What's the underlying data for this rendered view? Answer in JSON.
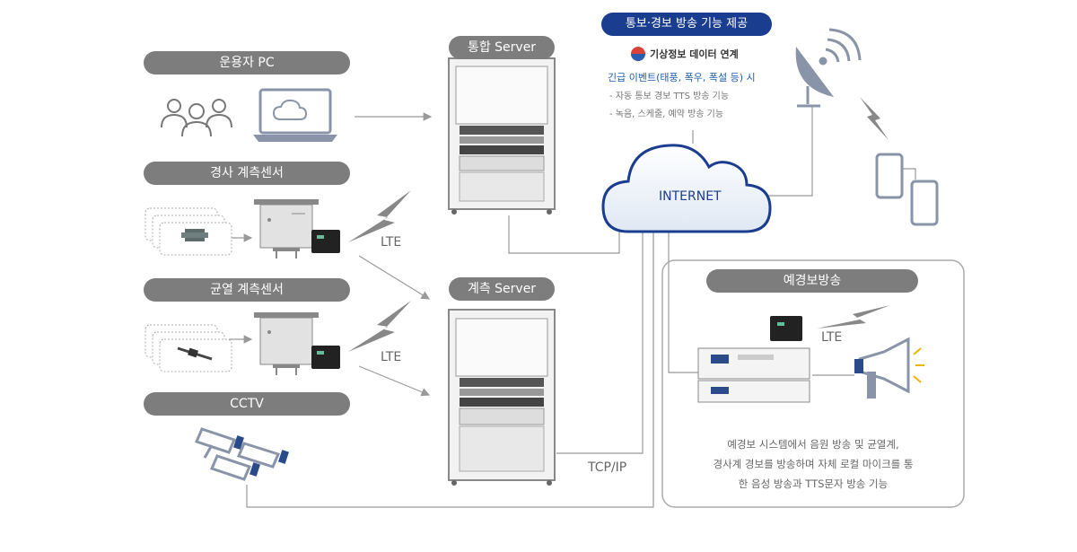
{
  "labels": {
    "operator_pc": "운용자 PC",
    "slope_sensor": "경사 계측센서",
    "crack_sensor": "균열 계측센서",
    "cctv": "CCTV",
    "integrated_server": "통합 Server",
    "measurement_server": "계측 Server",
    "broadcast_feature": "통보·경보 방송 기능 제공",
    "weather_link": "기상정보 데이터 연계",
    "emergency_event": "긴급 이벤트(태풍, 폭우, 폭설 등) 시",
    "bullet_1": "- 자동 통보 경보 TTS 방송 기능",
    "bullet_2": "- 녹음, 스케줄, 예약 방송 기능",
    "internet": "INTERNET",
    "lte": "LTE",
    "tcpip": "TCP/IP",
    "warning_broadcast": "예경보방송",
    "description_line1": "예경보 시스템에서 음원 방송 및 균열계,",
    "description_line2": "경사계 경보를 방송하며 자체 로컬 마이크를 통",
    "description_line3": "한 음성 방송과 TTS문자 방송 기능"
  },
  "colors": {
    "pill_gray": "#7d7d7d",
    "navy": "#1b3d8f",
    "link_blue": "#1f5fb0",
    "line_gray": "#999999",
    "cloud_border": "#1b3d8f"
  },
  "icons": [
    "users-icon",
    "laptop-cloud-icon",
    "sensor-box-icon",
    "lte-modem-icon",
    "lightning-icon",
    "server-rack-icon",
    "cloud-icon",
    "satellite-dish-icon",
    "smartphone-icon",
    "megaphone-icon",
    "amplifier-icon",
    "cctv-camera-icon",
    "crack-gauge-icon",
    "inclinometer-icon"
  ]
}
